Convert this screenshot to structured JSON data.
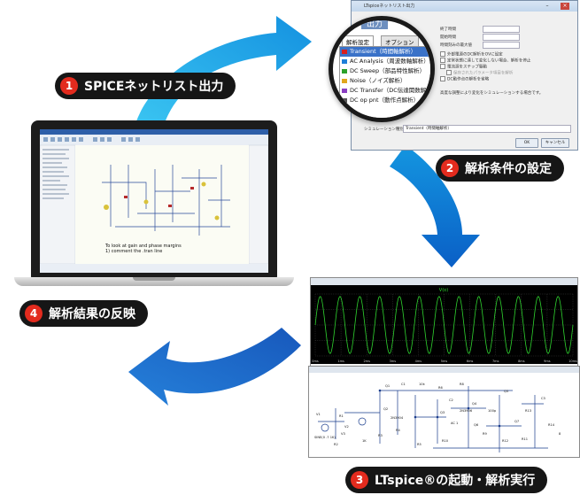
{
  "steps": [
    {
      "number": "1",
      "label": "SPICEネットリスト出力"
    },
    {
      "number": "2",
      "label": "解析条件の設定"
    },
    {
      "number": "3",
      "label": "LTspice®の起動・解析実行"
    },
    {
      "number": "4",
      "label": "解析結果の反映"
    }
  ],
  "dialog": {
    "title": "LTspiceネットリスト出力",
    "section": "出力",
    "tabs": [
      "解析設定",
      "オプション"
    ],
    "analyses": [
      {
        "label": "Transient（時間軸解析）",
        "color": "#d81e1e"
      },
      {
        "label": "AC Analysis（周波数軸解析）",
        "color": "#1e7fd8"
      },
      {
        "label": "DC Sweep（部品特性解析）",
        "color": "#2aa12a"
      },
      {
        "label": "Noise（ノイズ解析）",
        "color": "#e0a61c"
      },
      {
        "label": "DC Transfer（DC伝達関数解析）",
        "color": "#8a3fc2"
      },
      {
        "label": "DC op pnt（動作点解析）",
        "color": "#555555"
      }
    ],
    "fields": [
      "終了時間",
      "開始時間",
      "時間刻みの最大値"
    ],
    "options": [
      "外部電源のDC解析をOVに設定",
      "定常状態に達して変化しない場合、解析を停止",
      "電流源をステップ駆動",
      "保存されたパラメータ項目を解析",
      "DC動作点の解析を省略"
    ],
    "note": "高度な調整により変化をシミュレーションする場合です。",
    "sim_label": "シミュレーション種別",
    "sim_value": "Transient（時間軸解析）",
    "ok": "OK",
    "cancel": "キャンセル"
  },
  "laptop": {
    "note_line1": "To look at gain and phase margins",
    "note_line2": "1) comment the .tran line"
  },
  "waveform": {
    "trace_label": "V(o)",
    "x_ticks": [
      "0ms",
      "1ms",
      "2ms",
      "3ms",
      "4ms",
      "5ms",
      "6ms",
      "7ms",
      "8ms",
      "9ms",
      "10ms"
    ]
  },
  "schematic": {
    "labels": [
      "Q1",
      "Q2",
      "Q3",
      "Q4",
      "Q5",
      "Q6",
      "Q7",
      "R1",
      "R2",
      "R3",
      "R4",
      "R5",
      "R6",
      "R8",
      "R9",
      "R10",
      "R11",
      "R12",
      "R13",
      "R14",
      "C1",
      "C2",
      "C3",
      "V1",
      "V2",
      "V3",
      "SINE(0 .7 1K)",
      "2N3904",
      "2N3906",
      "AC 1",
      "10k",
      "100p",
      "1K",
      "8"
    ]
  },
  "colors": {
    "arrow_blue": "#1496e0",
    "pill_bg": "#161616",
    "badge_red": "#e32b1e",
    "trace_green": "#2fd42f"
  }
}
